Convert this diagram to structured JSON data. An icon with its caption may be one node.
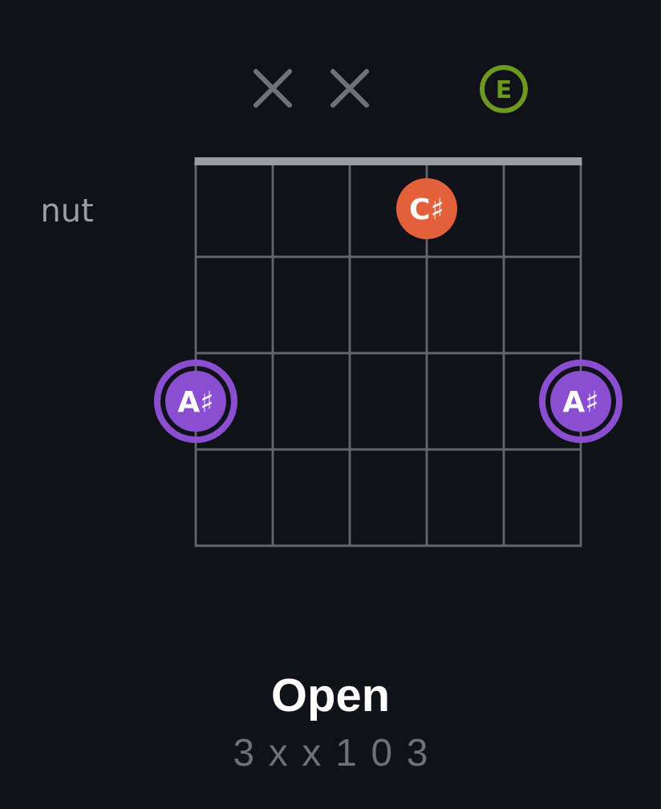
{
  "diagram": {
    "title": "Open",
    "nodes": [
      {
        "text": [],
        "shape": "cross"
      },
      {
        "text": [],
        "shape": "cross"
      },
      {
        "text": [
          "E"
        ]
      },
      {
        "text": [
          "C♯"
        ]
      },
      {
        "text": [
          "A♯"
        ]
      },
      {
        "text": [
          "A♯"
        ]
      }
    ],
    "labels": [
      "nut",
      "3 x x 1 0 3"
    ]
  }
}
